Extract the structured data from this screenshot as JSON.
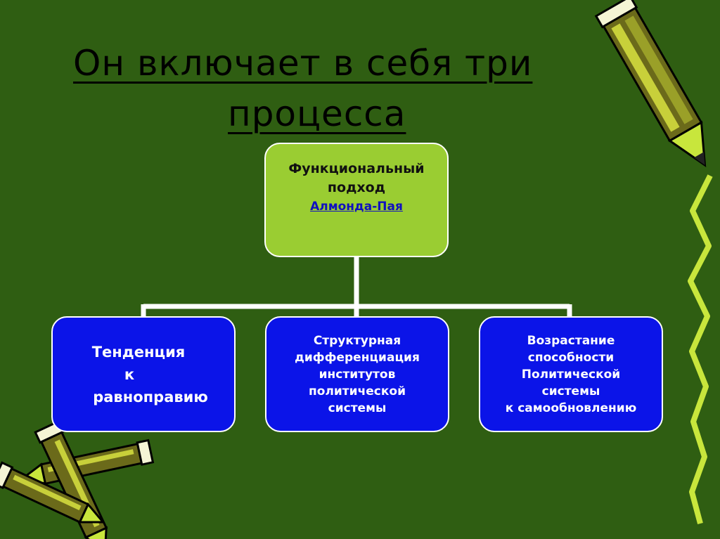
{
  "slide": {
    "title_line1": "Он включает в себя три",
    "title_line2": "процесса"
  },
  "diagram": {
    "root": {
      "line1": "Функциональный",
      "line2": "подход",
      "link": "Алмонда-Пая"
    },
    "children": [
      {
        "lines": [
          "Тенденция",
          "к",
          "равноправию"
        ]
      },
      {
        "lines": [
          "Структурная",
          "дифференциация",
          "институтов",
          "политической",
          "системы"
        ]
      },
      {
        "lines": [
          "Возрастание",
          "способности",
          "Политической",
          "системы",
          "к самообновлению"
        ]
      }
    ]
  },
  "colors": {
    "background": "#2f5e12",
    "root_box": "#9acd32",
    "child_box": "#0b14e8",
    "connector": "#ffffff",
    "decoration": "#c8e63c"
  },
  "icons": [
    "pencil-icon",
    "crossed-pencils-icon",
    "zigzag-line"
  ]
}
